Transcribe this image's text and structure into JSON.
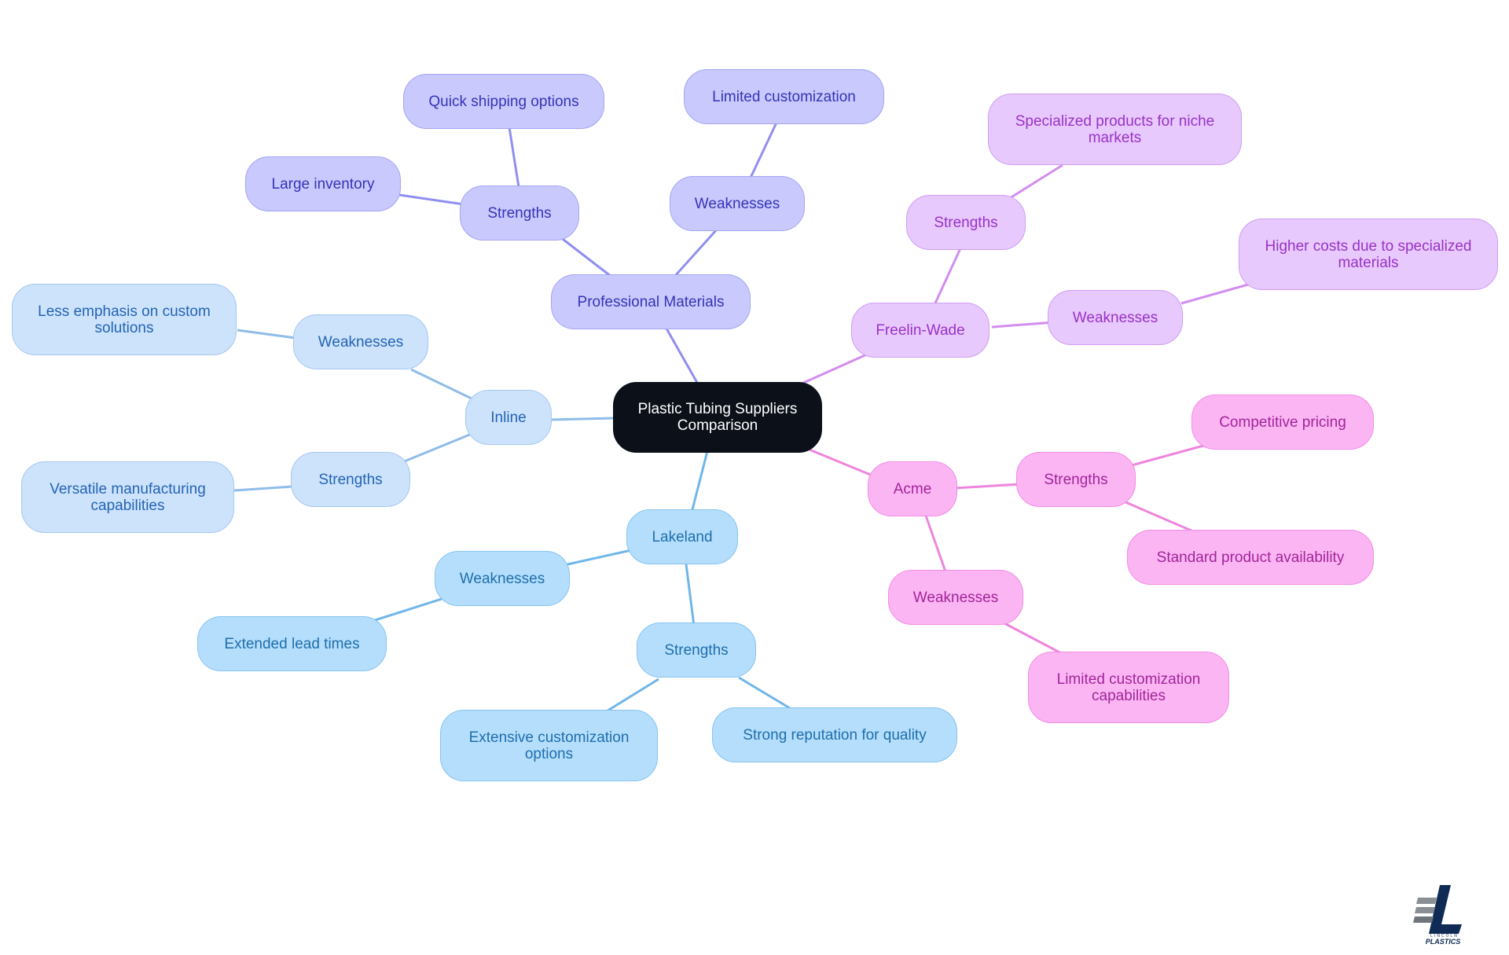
{
  "diagram": {
    "root": "Plastic Tubing Suppliers Comparison",
    "branches": {
      "professional_materials": {
        "label": "Professional Materials",
        "strengths": "Strengths",
        "strengths_items": [
          "Quick shipping options",
          "Large inventory"
        ],
        "weaknesses": "Weaknesses",
        "weaknesses_items": [
          "Limited customization"
        ],
        "color": "#c9c9fd"
      },
      "freelin_wade": {
        "label": "Freelin-Wade",
        "strengths": "Strengths",
        "strengths_items": [
          "Specialized products for niche markets"
        ],
        "weaknesses": "Weaknesses",
        "weaknesses_items": [
          "Higher costs due to specialized materials"
        ],
        "color": "#e7c9fd"
      },
      "acme": {
        "label": "Acme",
        "strengths": "Strengths",
        "strengths_items": [
          "Competitive pricing",
          "Standard product availability"
        ],
        "weaknesses": "Weaknesses",
        "weaknesses_items": [
          "Limited customization capabilities"
        ],
        "color": "#fcb5f3"
      },
      "lakeland": {
        "label": "Lakeland",
        "weaknesses": "Weaknesses",
        "weaknesses_items": [
          "Extended lead times"
        ],
        "strengths": "Strengths",
        "strengths_items": [
          "Extensive customization options",
          "Strong reputation for quality"
        ],
        "color": "#b5defc"
      },
      "inline": {
        "label": "Inline",
        "weaknesses": "Weaknesses",
        "weaknesses_items": [
          "Less emphasis on custom solutions"
        ],
        "strengths": "Strengths",
        "strengths_items": [
          "Versatile manufacturing capabilities"
        ],
        "color": "#cde2fb"
      }
    }
  },
  "logo": {
    "line1": "LINCOLN",
    "line2": "PLASTICS",
    "color": "#0e2a55"
  }
}
